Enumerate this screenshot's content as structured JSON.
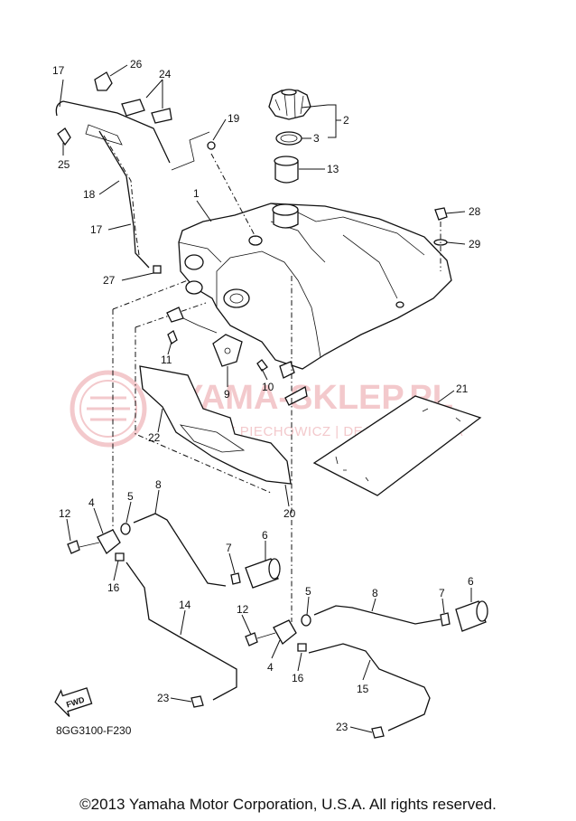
{
  "diagram_code": "8GG3100-F230",
  "fwd_label": "FWD",
  "watermark": {
    "title": "YAMA-SKLEP.PL",
    "subtitle": "ALEKSY PIECHOWICZ | DEALER YAMAHA"
  },
  "copyright": "©2013 Yamaha Motor Corporation, U.S.A. All rights reserved.",
  "callouts": [
    "1",
    "2",
    "3",
    "4",
    "4",
    "5",
    "5",
    "6",
    "6",
    "7",
    "7",
    "8",
    "8",
    "9",
    "10",
    "11",
    "12",
    "12",
    "13",
    "14",
    "15",
    "16",
    "16",
    "17",
    "17",
    "18",
    "19",
    "20",
    "21",
    "22",
    "23",
    "23",
    "24",
    "25",
    "26",
    "27",
    "28",
    "29"
  ]
}
